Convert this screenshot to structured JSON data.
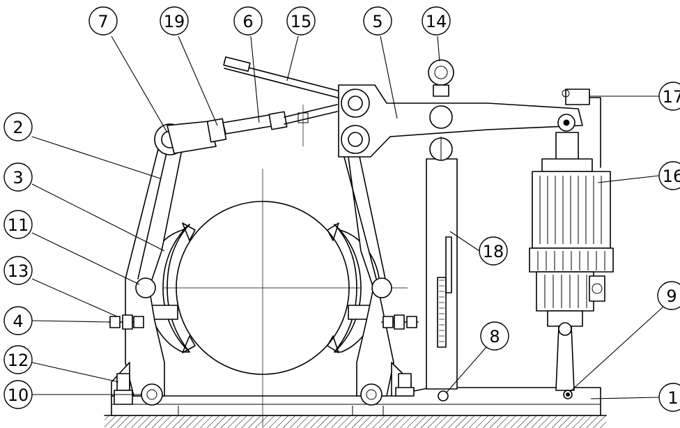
{
  "callouts": [
    {
      "id": "7",
      "label": "7"
    },
    {
      "id": "19",
      "label": "19"
    },
    {
      "id": "6",
      "label": "6"
    },
    {
      "id": "15",
      "label": "15"
    },
    {
      "id": "5",
      "label": "5"
    },
    {
      "id": "14",
      "label": "14"
    },
    {
      "id": "17",
      "label": "17"
    },
    {
      "id": "2",
      "label": "2"
    },
    {
      "id": "16",
      "label": "16"
    },
    {
      "id": "3",
      "label": "3"
    },
    {
      "id": "11",
      "label": "11"
    },
    {
      "id": "18",
      "label": "18"
    },
    {
      "id": "13",
      "label": "13"
    },
    {
      "id": "9",
      "label": "9"
    },
    {
      "id": "4",
      "label": "4"
    },
    {
      "id": "8",
      "label": "8"
    },
    {
      "id": "12",
      "label": "12"
    },
    {
      "id": "10",
      "label": "10"
    },
    {
      "id": "1",
      "label": "1"
    }
  ]
}
